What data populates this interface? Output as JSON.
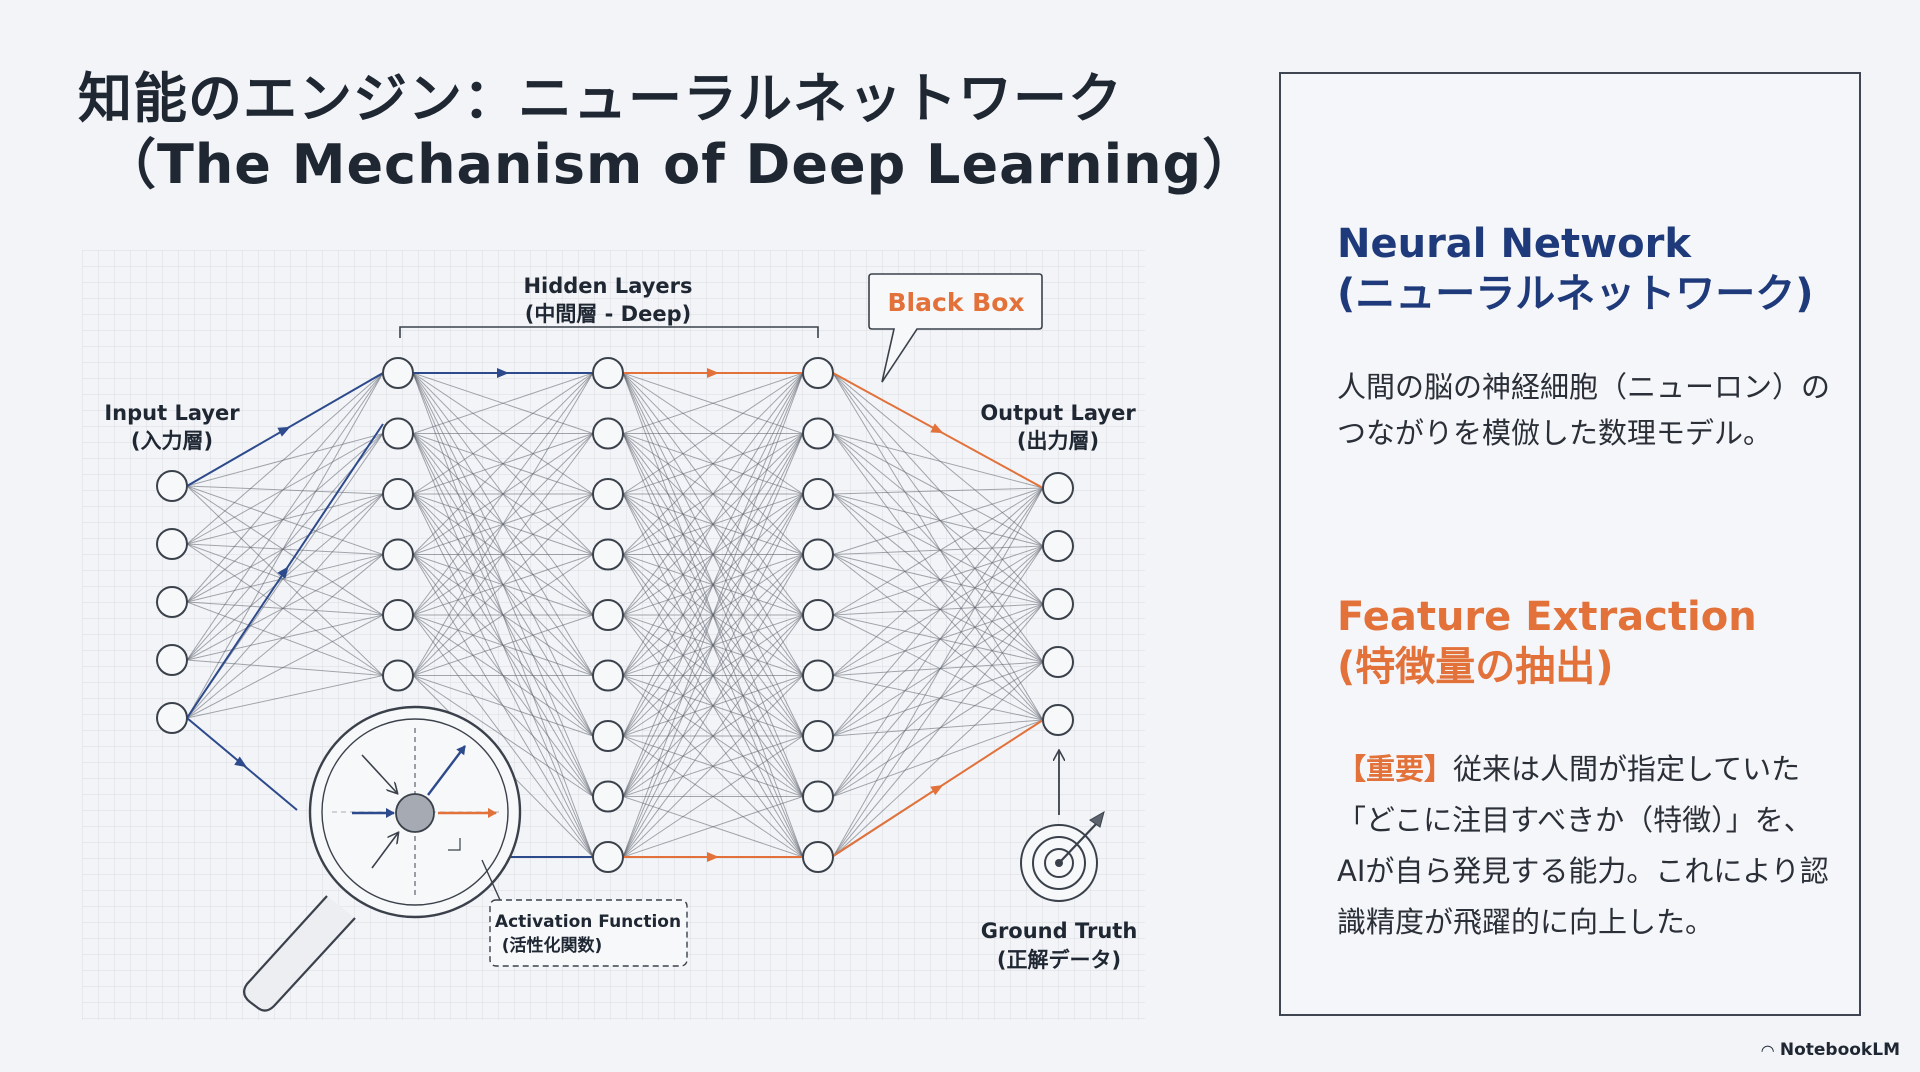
{
  "title": {
    "line1": "知能のエンジン：ニューラルネットワーク",
    "line2": "（The Mechanism of Deep Learning）"
  },
  "diagram": {
    "hidden_label": "Hidden Layers",
    "hidden_label_jp": "(中間層 - Deep)",
    "black_box": "Black Box",
    "input_label": "Input Layer",
    "input_label_jp": "(入力層)",
    "output_label": "Output Layer",
    "output_label_jp": "(出力層)",
    "activation_label": "Activation Function",
    "activation_label_jp": "(活性化関数)",
    "ground_truth": "Ground Truth",
    "ground_truth_jp": "(正解データ)",
    "layers": [
      5,
      6,
      9,
      9,
      5
    ],
    "colors": {
      "blue": "#2c4a8c",
      "orange": "#e2713a",
      "line": "#5d636c",
      "node": "#3b414b"
    }
  },
  "panel": {
    "nn_title": "Neural Network",
    "nn_title_jp": "(ニューラルネットワーク)",
    "nn_desc": "人間の脳の神経細胞（ニューロン）のつながりを模倣した数理モデル。",
    "fe_title": "Feature Extraction",
    "fe_title_jp": "(特徴量の抽出)",
    "fe_highlight": "【重要】",
    "fe_desc": "従来は人間が指定していた「どこに注目すべきか（特徴）」を、AIが自ら発見する能力。これにより認識精度が飛躍的に向上した。",
    "colors": {
      "blue": "#1e3a7a",
      "orange": "#e2713a"
    }
  },
  "brand": "NotebookLM"
}
